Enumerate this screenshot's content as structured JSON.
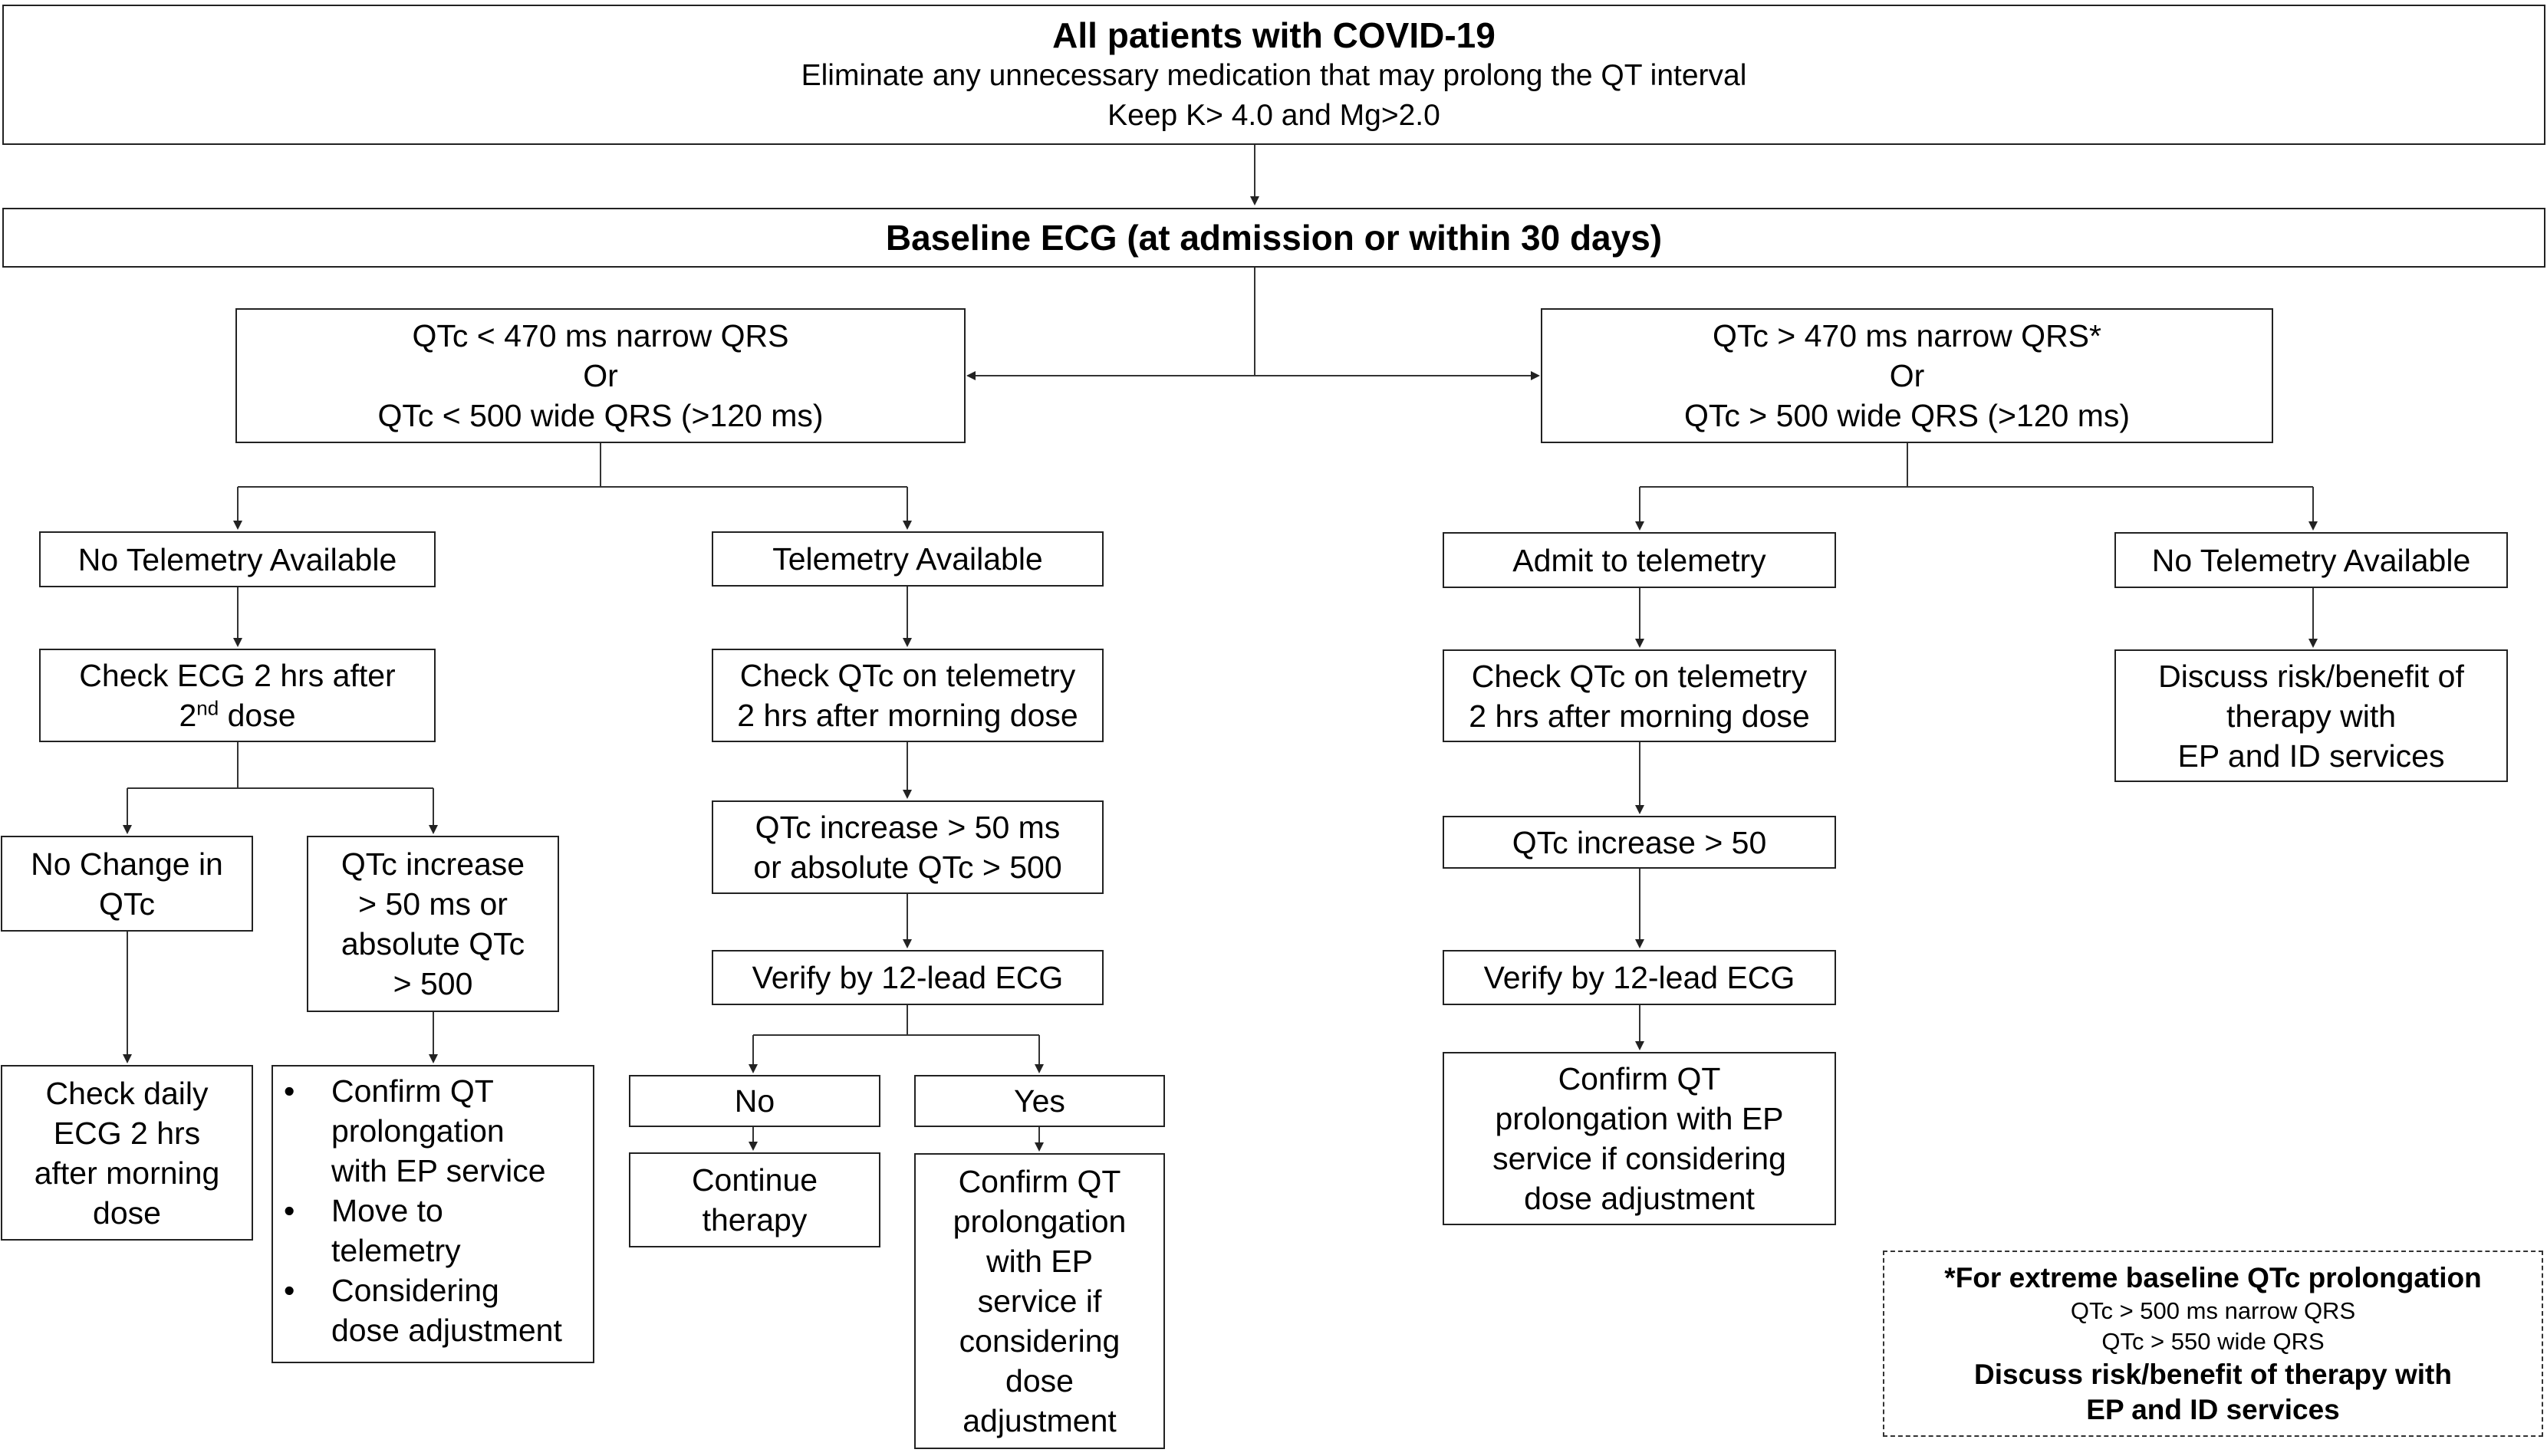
{
  "top": {
    "title": "All patients with COVID-19",
    "line1": "Eliminate any unnecessary medication that may prolong the QT interval",
    "line2": "Keep K> 4.0 and Mg>2.0"
  },
  "baseline": "Baseline ECG (at admission or within 30 days)",
  "left_branch": {
    "line1": "QTc < 470 ms narrow QRS",
    "line2": "Or",
    "line3": "QTc < 500 wide QRS (>120 ms)"
  },
  "right_branch": {
    "line1": "QTc  > 470 ms narrow QRS*",
    "line2": "Or",
    "line3": "QTc > 500 wide QRS (>120 ms)"
  },
  "no_telemetry_left": "No Telemetry Available",
  "check_ecg": {
    "line1": "Check ECG 2 hrs after",
    "line2_num": "2",
    "line2_sup": "nd",
    "line2_rest": " dose"
  },
  "no_change": {
    "line1": "No Change in",
    "line2": "QTc"
  },
  "qtc_increase_left": {
    "line1": "QTc increase",
    "line2": "> 50 ms or",
    "line3": "absolute QTc",
    "line4": "> 500"
  },
  "check_daily": {
    "line1": "Check daily",
    "line2": "ECG 2 hrs",
    "line3": "after morning",
    "line4": "dose"
  },
  "bullets": [
    [
      "Confirm QT",
      "prolongation",
      "with EP service"
    ],
    [
      "Move to",
      "telemetry"
    ],
    [
      "Considering",
      "dose adjustment"
    ]
  ],
  "bullet_char": "•",
  "telemetry_available": "Telemetry Available",
  "check_qtc_tele_mid": {
    "line1": "Check QTc on telemetry",
    "line2": "2 hrs after morning dose"
  },
  "qtc_increase_mid": {
    "line1": "QTc increase > 50 ms",
    "line2": "or absolute QTc > 500"
  },
  "verify_mid": "Verify by 12-lead ECG",
  "no_label": "No",
  "yes_label": "Yes",
  "continue_therapy": {
    "line1": "Continue",
    "line2": "therapy"
  },
  "confirm_mid": [
    "Confirm QT",
    "prolongation",
    "with EP",
    "service if",
    "considering",
    "dose",
    "adjustment"
  ],
  "admit_telemetry": "Admit to telemetry",
  "check_qtc_tele_right": {
    "line1": "Check QTc on telemetry",
    "line2": "2 hrs after morning dose"
  },
  "qtc_increase_right": "QTc increase > 50",
  "verify_right": "Verify by 12-lead ECG",
  "confirm_right": {
    "line1": "Confirm QT",
    "line2": "prolongation with EP",
    "line3": "service if considering",
    "line4": "dose adjustment"
  },
  "no_telemetry_right": "No Telemetry Available",
  "discuss": {
    "line1": "Discuss risk/benefit of",
    "line2": "therapy with",
    "line3": "EP and ID services"
  },
  "note": {
    "title": "*For extreme baseline QTc prolongation",
    "line1": "QTc  > 500 ms narrow QRS",
    "line2": "QTc > 550 wide QRS",
    "line3": "Discuss risk/benefit of therapy with",
    "line4": "EP and ID services"
  }
}
